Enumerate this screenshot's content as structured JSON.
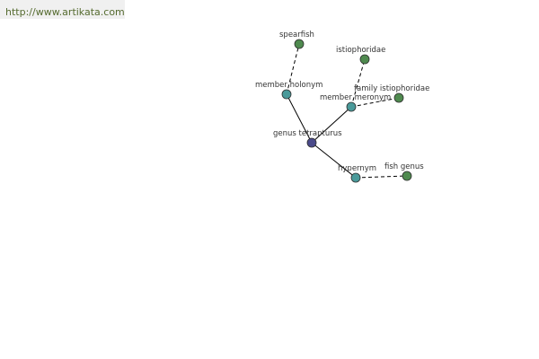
{
  "source_link": {
    "text": "http://www.artikata.com"
  },
  "colors": {
    "center": "#4a4a8a",
    "relation": "#4a9a9a",
    "leaf": "#4f8a4f",
    "edge": "#000000"
  },
  "graph": {
    "nodes": [
      {
        "id": "center",
        "label": "genus tetrapturus",
        "kind": "center"
      },
      {
        "id": "member_holonym",
        "label": "member holonym",
        "kind": "relation"
      },
      {
        "id": "member_meronym",
        "label": "member meronym",
        "kind": "relation"
      },
      {
        "id": "hypernym",
        "label": "hypernym",
        "kind": "relation"
      },
      {
        "id": "spearfish",
        "label": "spearfish",
        "kind": "leaf"
      },
      {
        "id": "istiophoridae",
        "label": "istiophoridae",
        "kind": "leaf"
      },
      {
        "id": "family_istiophoridae",
        "label": "family istiophoridae",
        "kind": "leaf"
      },
      {
        "id": "fish_genus",
        "label": "fish genus",
        "kind": "leaf"
      }
    ],
    "edges": [
      {
        "from": "center",
        "to": "member_holonym",
        "style": "solid"
      },
      {
        "from": "center",
        "to": "member_meronym",
        "style": "solid"
      },
      {
        "from": "center",
        "to": "hypernym",
        "style": "solid"
      },
      {
        "from": "member_holonym",
        "to": "spearfish",
        "style": "dashed"
      },
      {
        "from": "member_meronym",
        "to": "istiophoridae",
        "style": "dashed"
      },
      {
        "from": "member_meronym",
        "to": "family_istiophoridae",
        "style": "dashed"
      },
      {
        "from": "hypernym",
        "to": "fish_genus",
        "style": "dashed"
      }
    ]
  }
}
